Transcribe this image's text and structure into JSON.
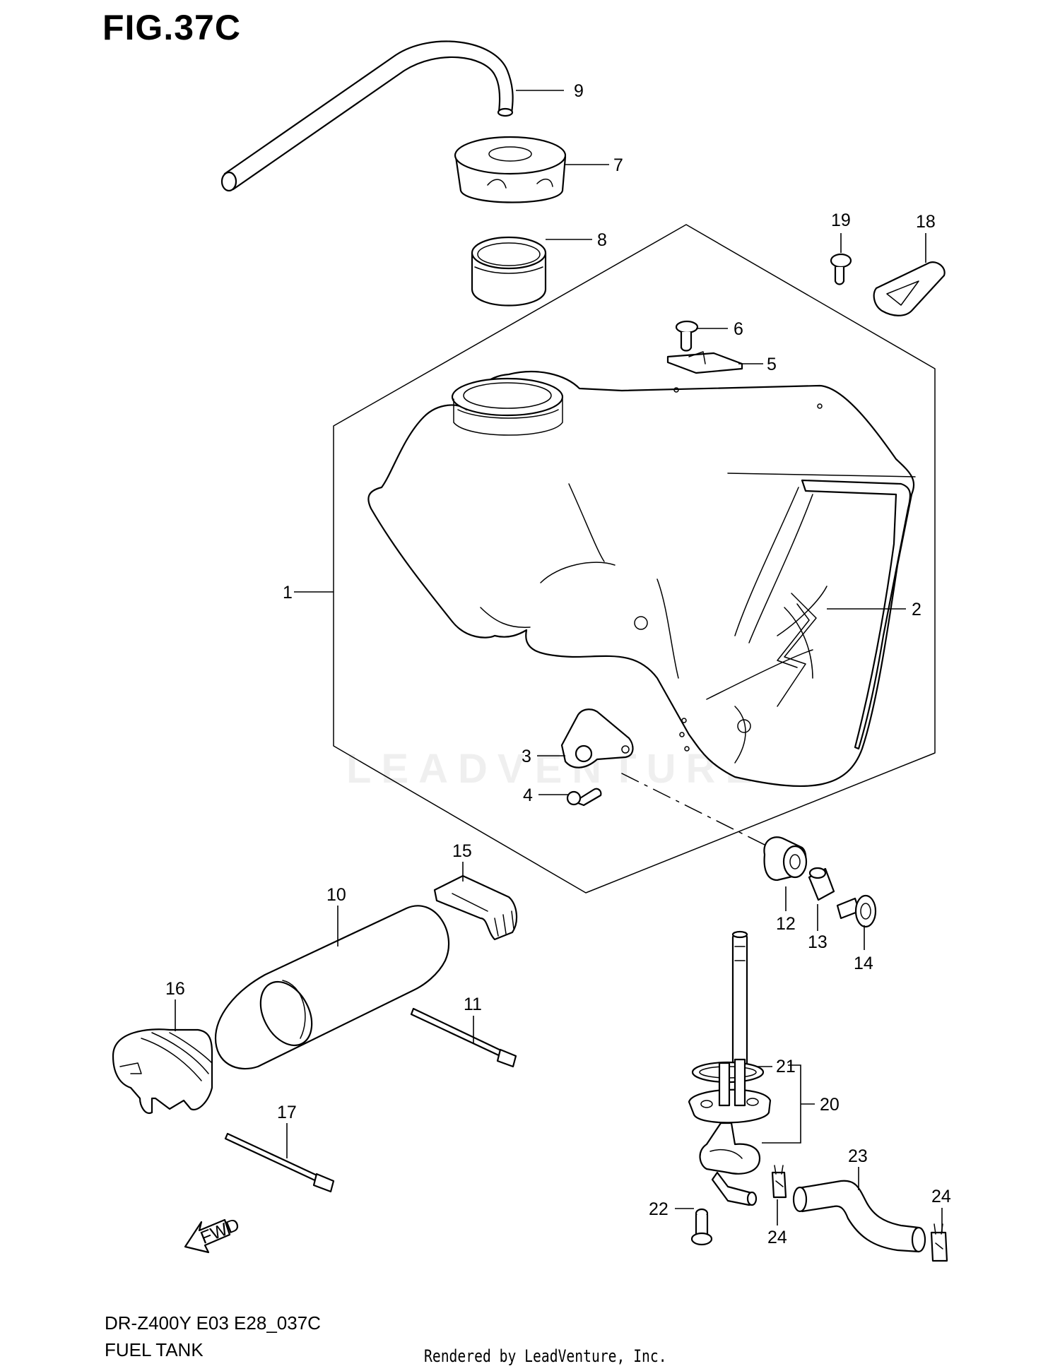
{
  "figure": {
    "title": "FIG.37C",
    "model_code": "DR-Z400Y E03 E28_037C",
    "assembly_name": "FUEL TANK",
    "credit": "Rendered by LeadVenture, Inc.",
    "watermark": "LEADVENTURE"
  },
  "callouts": [
    {
      "id": "c1",
      "number": "1",
      "part": "fuel-tank-assembly"
    },
    {
      "id": "c2",
      "number": "2",
      "part": "tank-decal-stripe"
    },
    {
      "id": "c3",
      "number": "3",
      "part": "mounting-bracket"
    },
    {
      "id": "c4",
      "number": "4",
      "part": "bolt"
    },
    {
      "id": "c5",
      "number": "5",
      "part": "rear-bracket"
    },
    {
      "id": "c6",
      "number": "6",
      "part": "screw"
    },
    {
      "id": "c7",
      "number": "7",
      "part": "fuel-cap"
    },
    {
      "id": "c8",
      "number": "8",
      "part": "filler-neck-ring"
    },
    {
      "id": "c9",
      "number": "9",
      "part": "breather-hose"
    },
    {
      "id": "c10",
      "number": "10",
      "part": "heat-shield-cover"
    },
    {
      "id": "c11",
      "number": "11",
      "part": "cable-tie"
    },
    {
      "id": "c12",
      "number": "12",
      "part": "cushion"
    },
    {
      "id": "c13",
      "number": "13",
      "part": "collar"
    },
    {
      "id": "c14",
      "number": "14",
      "part": "bolt"
    },
    {
      "id": "c15",
      "number": "15",
      "part": "clamp"
    },
    {
      "id": "c16",
      "number": "16",
      "part": "cushion"
    },
    {
      "id": "c17",
      "number": "17",
      "part": "cable-tie"
    },
    {
      "id": "c18",
      "number": "18",
      "part": "strap-hook"
    },
    {
      "id": "c19",
      "number": "19",
      "part": "screw"
    },
    {
      "id": "c20",
      "number": "20",
      "part": "fuel-cock-assembly"
    },
    {
      "id": "c21",
      "number": "21",
      "part": "gasket"
    },
    {
      "id": "c22",
      "number": "22",
      "part": "screw"
    },
    {
      "id": "c23",
      "number": "23",
      "part": "fuel-hose"
    },
    {
      "id": "c24a",
      "number": "24",
      "part": "hose-clip"
    },
    {
      "id": "c24b",
      "number": "24",
      "part": "hose-clip"
    }
  ],
  "direction_marker": {
    "label": "FWD"
  }
}
